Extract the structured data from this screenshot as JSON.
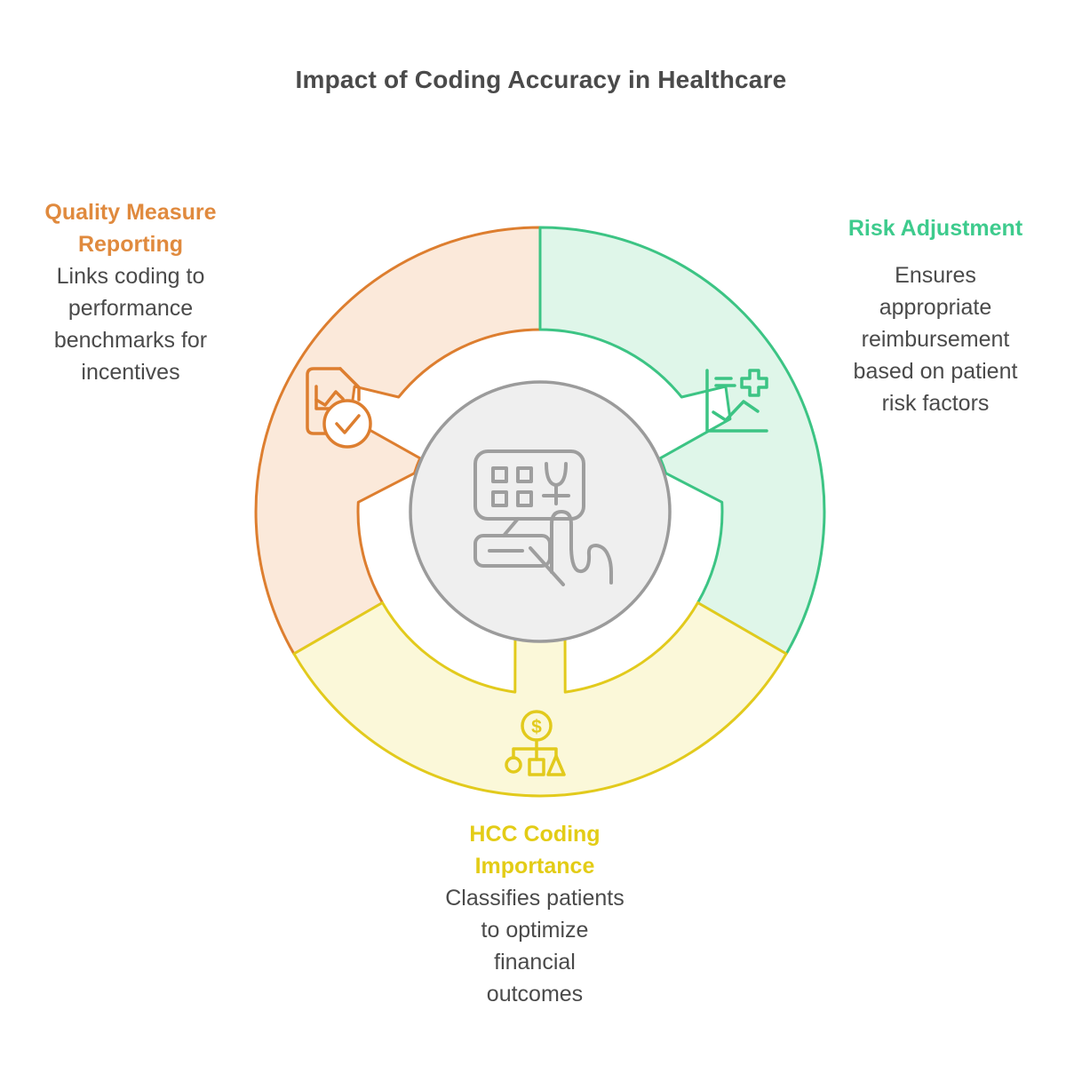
{
  "title": {
    "text": "Impact of Coding Accuracy in Healthcare",
    "color": "#4A4A4A"
  },
  "body_text_color": "#4A4A4A",
  "segments": [
    {
      "id": "quality-measure-reporting",
      "heading": "Quality Measure Reporting",
      "heading_color": "#E08A3E",
      "body_lines": [
        "Links coding to",
        "performance",
        "benchmarks for",
        "incentives"
      ],
      "ring_color": "#DD7E2F",
      "ring_fill": "#FBE9DA",
      "icon": "document-check-icon",
      "position": "top-left"
    },
    {
      "id": "risk-adjustment",
      "heading": "Risk Adjustment",
      "heading_color": "#3ECB8D",
      "body_lines": [
        "Ensures",
        "appropriate",
        "reimbursement",
        "based on patient",
        "risk factors"
      ],
      "ring_color": "#3CC484",
      "ring_fill": "#DFF6E9",
      "icon": "medical-chart-icon",
      "position": "right"
    },
    {
      "id": "hcc-coding-importance",
      "heading": "HCC Coding Importance",
      "heading_color": "#E3CC16",
      "body_lines": [
        "Classifies patients",
        "to optimize",
        "financial",
        "outcomes"
      ],
      "ring_color": "#E2CA1C",
      "ring_fill": "#FBF8D9",
      "icon": "financial-hierarchy-icon",
      "position": "bottom"
    }
  ],
  "center": {
    "icon": "coding-input-icon",
    "fill": "#EFEFEF",
    "stroke": "#9B9B9B",
    "icon_color": "#9E9E9E",
    "currency_glyph": "$"
  }
}
